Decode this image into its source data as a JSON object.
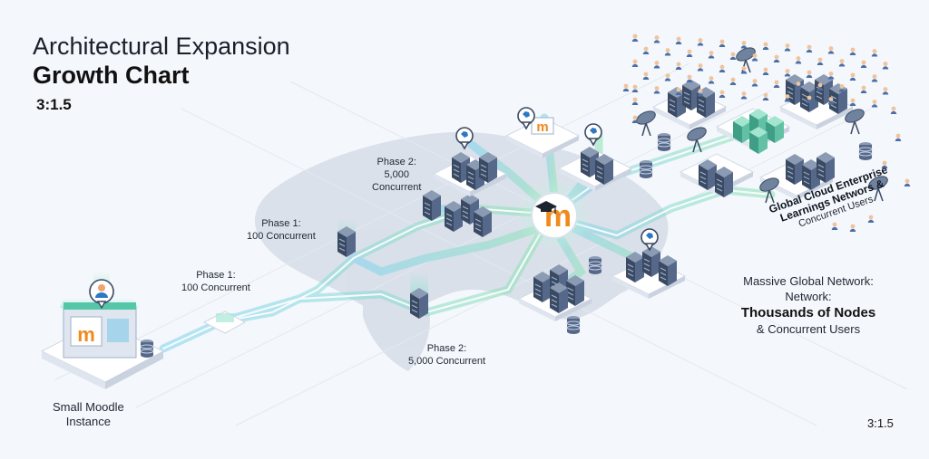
{
  "title": {
    "line1": "Architectural Expansion",
    "line2": "Growth  Chart",
    "ratio_top": "3:1.5"
  },
  "ratio_bottom": "3:1.5",
  "labels": {
    "small_instance": [
      "Small Moodle",
      "Instance"
    ],
    "phase1_lower": [
      "Phase 1:",
      "100 Concurrent"
    ],
    "phase1_upper": [
      "Phase 1:",
      "100 Concurrent"
    ],
    "phase2_upper": [
      "Phase 2:",
      "5,000",
      "Concurrent"
    ],
    "phase2_lower": [
      "Phase 2:",
      "5,000 Concurrent"
    ],
    "global_enterprise": [
      "Global Cloud Enterprise",
      "Learnings Networs &",
      "Concurrent Users"
    ],
    "massive": [
      "Massive Global Network:",
      "Network:",
      "Thousands of Nodes",
      "& Concurrent Users"
    ]
  },
  "hub_glyph": "m",
  "colors": {
    "accent_orange": "#f08a1c",
    "flow_blue": "#7fd3f0",
    "flow_green": "#8fe3b4",
    "server_dark": "#3b4a63",
    "map": "#d6dde8"
  },
  "icons": [
    "user-icon",
    "moodle-logo-icon",
    "database-icon",
    "server-rack-icon",
    "map-pin-icon",
    "satellite-dish-icon",
    "graduation-cap-icon",
    "people-crowd-icon"
  ]
}
